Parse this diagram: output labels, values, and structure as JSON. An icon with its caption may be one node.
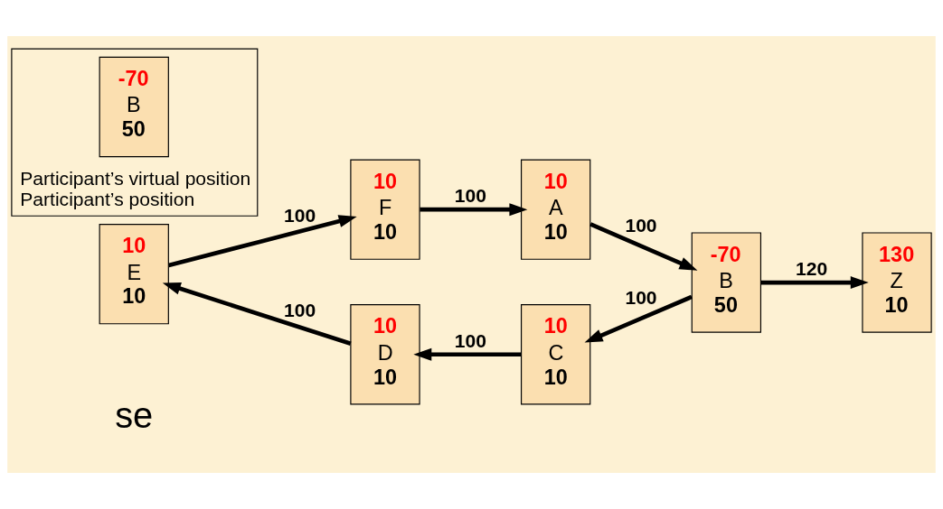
{
  "diagram": {
    "nodes": [
      {
        "text": [
          "10",
          "E",
          "10"
        ]
      },
      {
        "text": [
          "10",
          "F",
          "10"
        ]
      },
      {
        "text": [
          "10",
          "A",
          "10"
        ]
      },
      {
        "text": [
          "-70",
          "B",
          "50"
        ]
      },
      {
        "text": [
          "130",
          "Z",
          "10"
        ]
      },
      {
        "text": [
          "10",
          "D",
          "10"
        ]
      },
      {
        "text": [
          "10",
          "C",
          "10"
        ]
      },
      {
        "text": [
          "Participant’s virtual position",
          "Participant’s position"
        ]
      },
      {
        "text": [
          "-70",
          "B",
          "50"
        ],
        "in": 7
      }
    ],
    "edges": [
      {
        "from": 0,
        "to": 1,
        "arrow": "to",
        "label": "100"
      },
      {
        "from": 1,
        "to": 2,
        "arrow": "to",
        "label": "100"
      },
      {
        "from": 2,
        "to": 3,
        "arrow": "to",
        "label": "100"
      },
      {
        "from": 3,
        "to": 4,
        "arrow": "to",
        "label": "120"
      },
      {
        "from": 3,
        "to": 6,
        "arrow": "to",
        "label": "100"
      },
      {
        "from": 6,
        "to": 5,
        "arrow": "to",
        "label": "100"
      },
      {
        "from": 5,
        "to": 0,
        "arrow": "to",
        "label": "100"
      }
    ],
    "labels": [
      "se"
    ]
  }
}
